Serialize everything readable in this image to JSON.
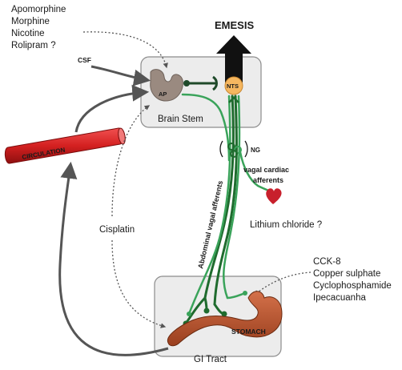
{
  "title": "EMESIS",
  "drugs_top": [
    "Apomorphine",
    "Morphine",
    "Nicotine",
    "Rolipram ?"
  ],
  "csf": "CSF",
  "ap": "AP",
  "nts": "NTS",
  "brain_stem": "Brain Stem",
  "circulation": "CIRCULATION",
  "ng": "NG",
  "vagal_cardiac_afferents": [
    "vagal cardiac",
    "afferents"
  ],
  "abdominal_vagal_afferents": "Abdominal vagal afferents",
  "cisplatin": "Cisplatin",
  "lithium_chloride": "Lithium chloride ?",
  "drugs_gi": [
    "CCK-8",
    "Copper sulphate",
    "Cyclophosphamide",
    "Ipecacuanha"
  ],
  "stomach": "STOMACH",
  "gi_tract": "GI Tract",
  "colors": {
    "box_fill": "#ececec",
    "box_stroke": "#8c8c8c",
    "arrow_gray": "#555555",
    "vagal_dark_green": "#1f6b2e",
    "vagal_light_green": "#3aa35a",
    "circulation_red": "#d42020",
    "stomach": "#b8542c",
    "ap_tissue": "#9a8a80",
    "nts_fill": "#f6b760",
    "heart": "#c8202c"
  }
}
